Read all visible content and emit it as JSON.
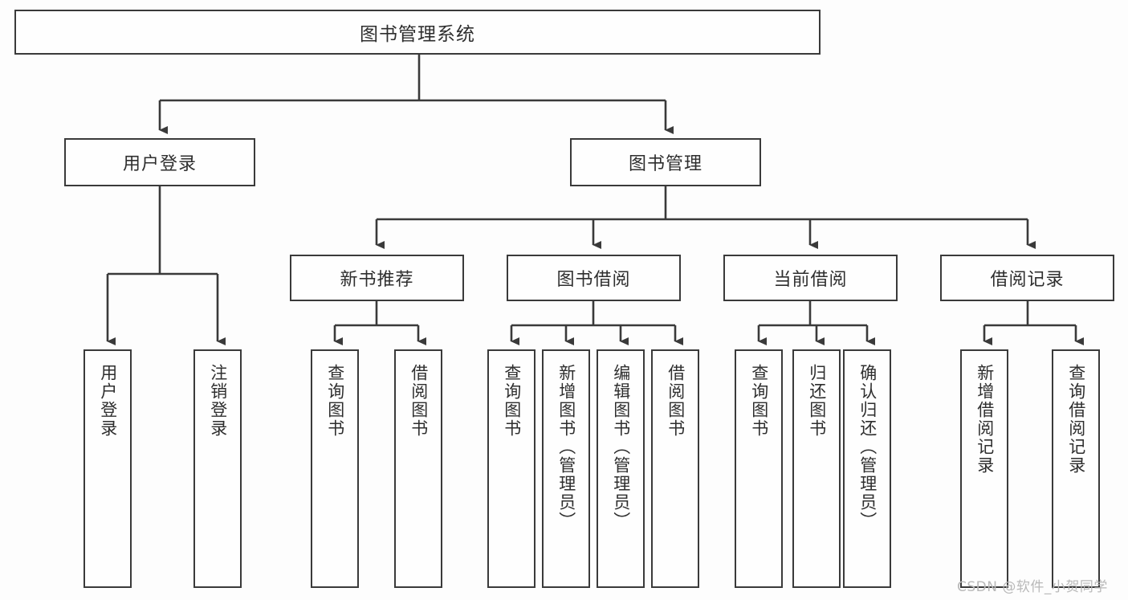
{
  "diagram": {
    "title": "图书管理系统",
    "type": "hierarchy-tree",
    "colors": {
      "background": "#fdfdfd",
      "border": "#3a3a3a",
      "text": "#2e2e2e",
      "watermark": "#b9b9b9"
    },
    "root": {
      "label": "图书管理系统"
    },
    "level2": [
      {
        "label": "用户登录"
      },
      {
        "label": "图书管理"
      }
    ],
    "level3": [
      {
        "label": "新书推荐"
      },
      {
        "label": "图书借阅"
      },
      {
        "label": "当前借阅"
      },
      {
        "label": "借阅记录"
      }
    ],
    "leaves": {
      "user_login": [
        {
          "label": "用户登录"
        },
        {
          "label": "注销登录"
        }
      ],
      "new_book_recommend": [
        {
          "label": "查询图书"
        },
        {
          "label": "借阅图书"
        }
      ],
      "book_borrow": [
        {
          "label": "查询图书"
        },
        {
          "label": "新增图书（管理员）"
        },
        {
          "label": "编辑图书（管理员）"
        },
        {
          "label": "借阅图书"
        }
      ],
      "current_borrow": [
        {
          "label": "查询图书"
        },
        {
          "label": "归还图书"
        },
        {
          "label": "确认归还（管理员）"
        }
      ],
      "borrow_record": [
        {
          "label": "新增借阅记录"
        },
        {
          "label": "查询借阅记录"
        }
      ]
    }
  },
  "watermark": {
    "text": "CSDN @软件_小贺同学"
  }
}
